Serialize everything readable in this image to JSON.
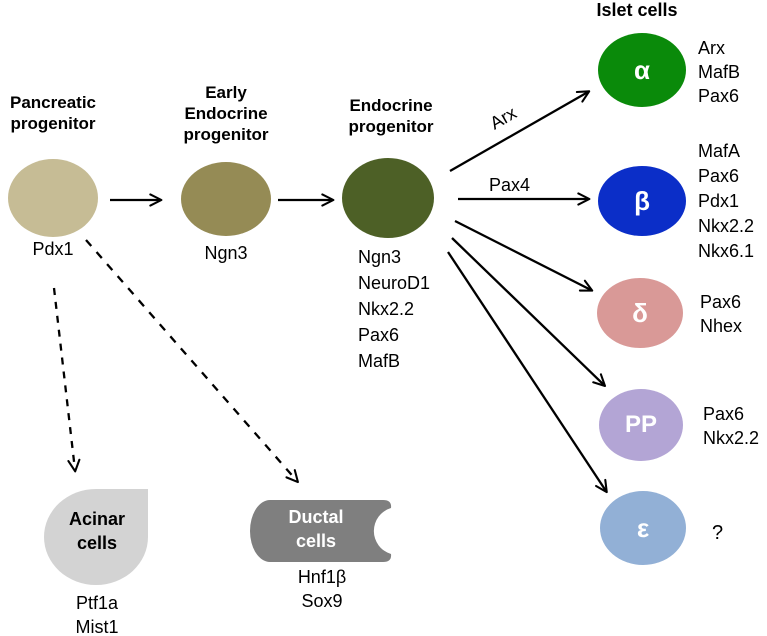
{
  "colors": {
    "pancreatic": "#c6bc95",
    "early_endocrine": "#958b55",
    "endocrine": "#4d6026",
    "alpha": "#0a8a0a",
    "beta": "#0b2ec8",
    "delta": "#d99997",
    "pp": "#b3a5d5",
    "epsilon": "#92b0d6",
    "acinar": "#d3d3d3",
    "ductal": "#7f7f7f",
    "arrow": "#000000"
  },
  "progenitors": {
    "pancreatic": {
      "title": "Pancreatic progenitor",
      "gene": "Pdx1"
    },
    "early_endocrine": {
      "title": "Early Endocrine progenitor",
      "gene": "Ngn3"
    },
    "endocrine": {
      "title": "Endocrine progenitor",
      "genes": [
        "Ngn3",
        "NeuroD1",
        "Nkx2.2",
        "Pax6",
        "MafB"
      ]
    }
  },
  "islet": {
    "heading": "Islet cells",
    "cells": [
      {
        "symbol": "α",
        "name": "alpha",
        "genes": [
          "Arx",
          "MafB",
          "Pax6"
        ]
      },
      {
        "symbol": "β",
        "name": "beta",
        "genes": [
          "MafA",
          "Pax6",
          "Pdx1",
          "Nkx2.2",
          "Nkx6.1"
        ]
      },
      {
        "symbol": "δ",
        "name": "delta",
        "genes": [
          "Pax6",
          "Nhex"
        ]
      },
      {
        "symbol": "PP",
        "name": "pp",
        "genes": [
          "Pax6",
          "Nkx2.2"
        ]
      },
      {
        "symbol": "ε",
        "name": "epsilon",
        "genes": [
          "?"
        ]
      }
    ]
  },
  "arrows": {
    "to_alpha_label": "Arx",
    "to_beta_label": "Pax4"
  },
  "exocrine": {
    "acinar": {
      "label": "Acinar cells",
      "genes": [
        "Ptf1a",
        "Mist1"
      ]
    },
    "ductal": {
      "label": "Ductal cells",
      "genes": [
        "Hnf1β",
        "Sox9"
      ]
    }
  }
}
